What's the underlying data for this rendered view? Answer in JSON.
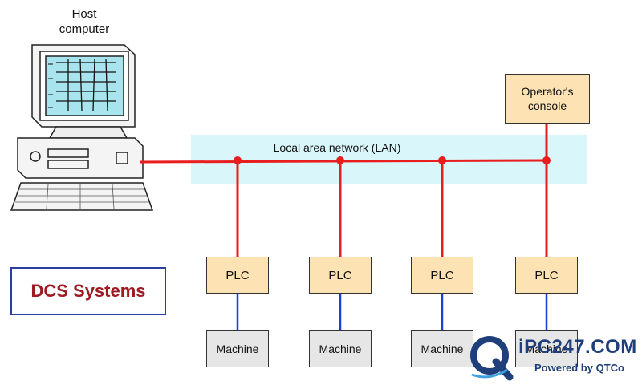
{
  "host": {
    "label_line1": "Host",
    "label_line2": "computer"
  },
  "network": {
    "label": "Local area network (LAN)"
  },
  "operator": {
    "line1": "Operator's",
    "line2": "console"
  },
  "plcs": [
    {
      "label": "PLC"
    },
    {
      "label": "PLC"
    },
    {
      "label": "PLC"
    },
    {
      "label": "PLC"
    }
  ],
  "machines": [
    {
      "label": "Machine"
    },
    {
      "label": "Machine"
    },
    {
      "label": "Machine"
    },
    {
      "label": "Machine"
    }
  ],
  "title": "DCS Systems",
  "watermark": {
    "brand": "iPC247.COM",
    "sub": "Powered by QTCo"
  },
  "colors": {
    "network_line": "#e81d1d",
    "link_line": "#1c3fd6",
    "plc_fill": "#fde2b3",
    "machine_fill": "#e6e6e6",
    "lan_band": "#d9f7fb",
    "title_color": "#9e1b24",
    "title_border": "#2c3fa0"
  }
}
